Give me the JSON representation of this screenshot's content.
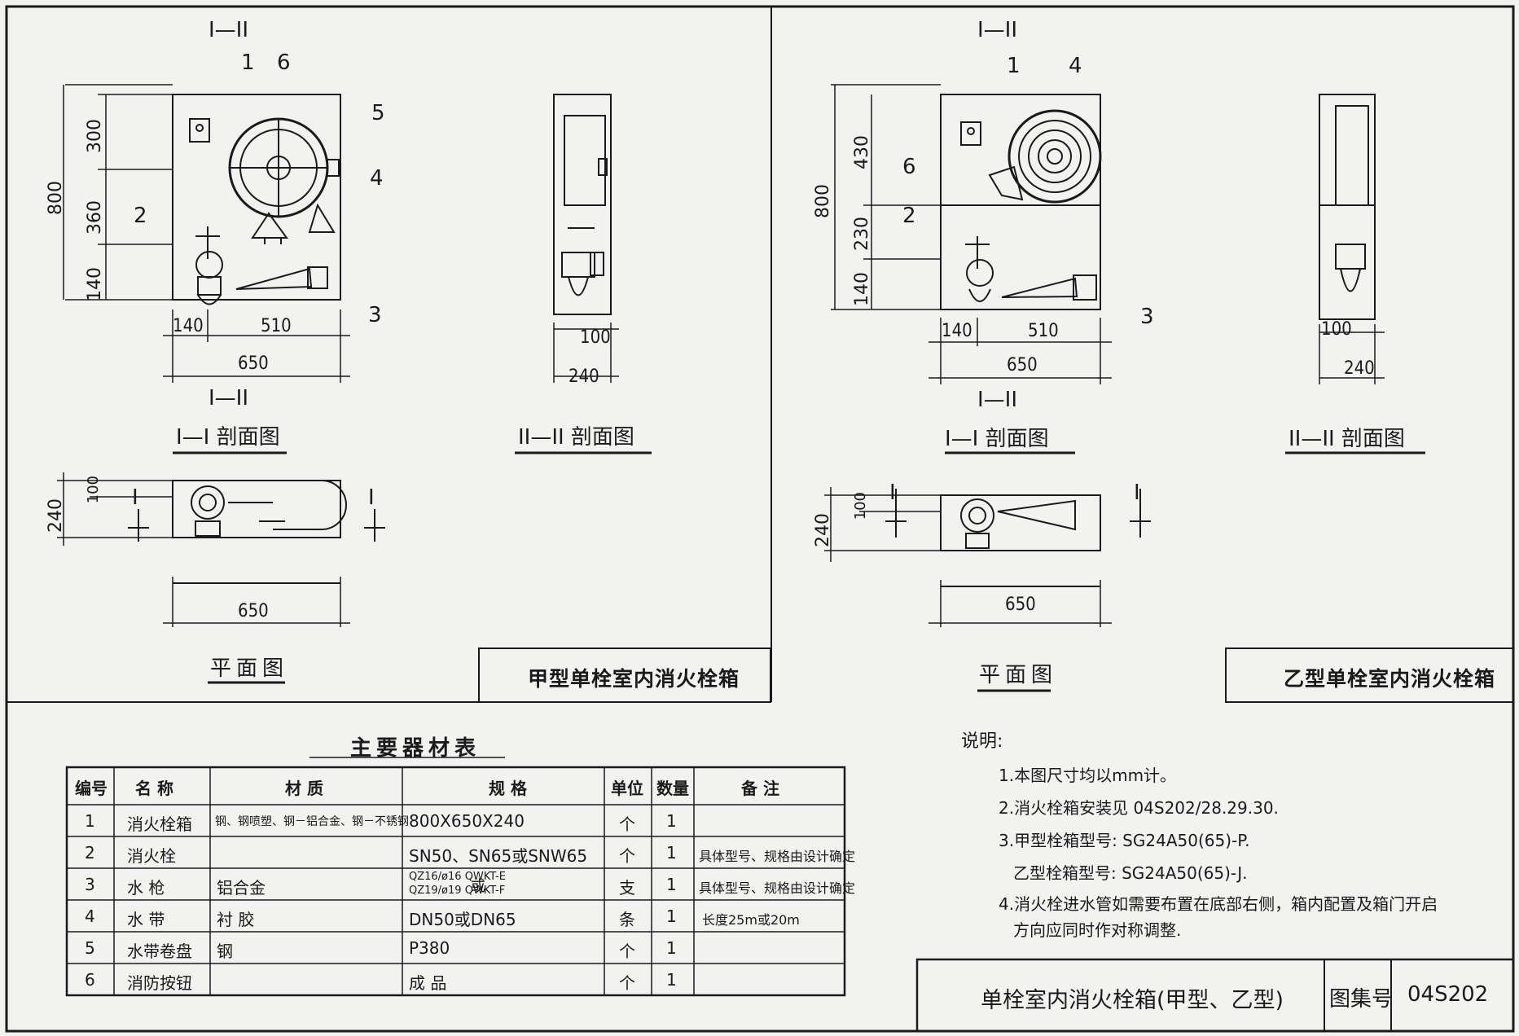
{
  "drawings": {
    "jia": {
      "title": "甲型单栓室内消火栓箱",
      "section_1_label": "I—I 剖面图",
      "section_2_label": "II—II 剖面图",
      "plan_label": "平面图",
      "cut_marker": "I—II",
      "cut_marker_2": "I—II",
      "dims": {
        "h_total": "800",
        "h_300": "300",
        "h_360": "360",
        "h_140": "140",
        "w_140": "140",
        "w_510": "510",
        "w_650": "650",
        "side_100": "100",
        "side_240": "240",
        "plan_240": "240",
        "plan_100": "100",
        "plan_650": "650"
      },
      "callouts": [
        "1",
        "6",
        "5",
        "4",
        "2",
        "3"
      ],
      "section_marks": [
        "I",
        "I"
      ]
    },
    "yi": {
      "title": "乙型单栓室内消火栓箱",
      "section_1_label": "I—I 剖面图",
      "section_2_label": "II—II 剖面图",
      "plan_label": "平面图",
      "cut_marker": "I—II",
      "cut_marker_2": "I—II",
      "dims": {
        "h_total": "800",
        "h_430": "430",
        "h_230": "230",
        "h_140": "140",
        "w_140": "140",
        "w_510": "510",
        "w_650": "650",
        "side_100": "100",
        "side_240": "240",
        "plan_240": "240",
        "plan_100": "100",
        "plan_650": "650"
      },
      "callouts": [
        "1",
        "4",
        "6",
        "2",
        "3"
      ],
      "section_marks": [
        "I",
        "I"
      ]
    }
  },
  "materials_table": {
    "caption": "主要器材表",
    "headers": [
      "编号",
      "名 称",
      "材 质",
      "规 格",
      "单位",
      "数量",
      "备 注"
    ],
    "rows": [
      {
        "no": "1",
        "name": "消火栓箱",
        "material": "钢、钢喷塑、钢－铝合金、钢－不锈钢",
        "spec": "800X650X240",
        "unit": "个",
        "qty": "1",
        "note": ""
      },
      {
        "no": "2",
        "name": "消火栓",
        "material": "",
        "spec": "SN50、SN65或SNW65",
        "unit": "个",
        "qty": "1",
        "note": "具体型号、规格由设计确定"
      },
      {
        "no": "3",
        "name": "水 枪",
        "material": "铝合金",
        "spec_line1": "QZ16/ø16  QWKT-E",
        "spec_mid": "或",
        "spec_line2": "QZ19/ø19  QWKT-F",
        "unit": "支",
        "qty": "1",
        "note": "具体型号、规格由设计确定"
      },
      {
        "no": "4",
        "name": "水 带",
        "material": "衬 胶",
        "spec": "DN50或DN65",
        "unit": "条",
        "qty": "1",
        "note": "长度25m或20m"
      },
      {
        "no": "5",
        "name": "水带卷盘",
        "material": "钢",
        "spec": "P380",
        "unit": "个",
        "qty": "1",
        "note": ""
      },
      {
        "no": "6",
        "name": "消防按钮",
        "material": "",
        "spec": "成 品",
        "unit": "个",
        "qty": "1",
        "note": ""
      }
    ]
  },
  "notes": {
    "heading": "说明:",
    "items": [
      "1.本图尺寸均以mm计。",
      "2.消火栓箱安装见 04S202/28.29.30.",
      "3.甲型栓箱型号: SG24A50(65)-P.",
      "乙型栓箱型号: SG24A50(65)-J.",
      "4.消火栓进水管如需要布置在底部右侧，箱内配置及箱门开启",
      "方向应同时作对称调整."
    ]
  },
  "title_block": {
    "drawing_name": "单栓室内消火栓箱(甲型、乙型)",
    "atlas_label": "图集号",
    "atlas_no": "04S202"
  }
}
